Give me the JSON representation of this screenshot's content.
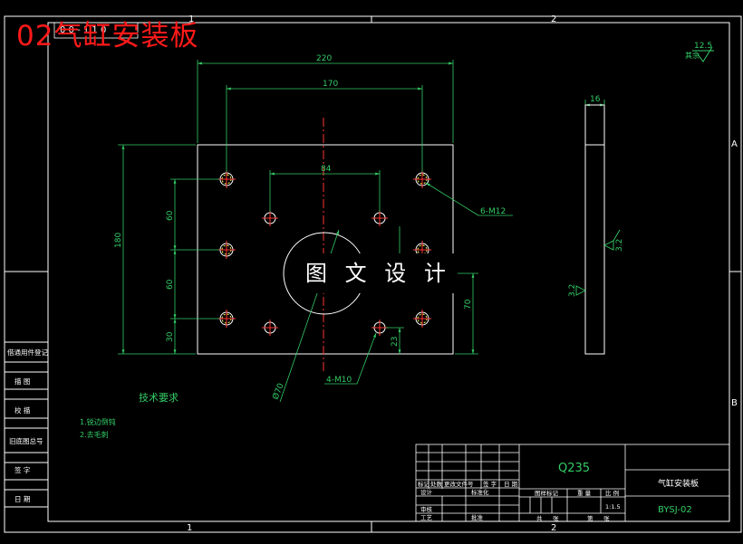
{
  "title": "02气缸安装板",
  "watermark": "图 文 设 计",
  "dimensions": {
    "width_220": "220",
    "width_170": "170",
    "hole_84": "84",
    "height_180": "180",
    "pitch_60_top": "60",
    "pitch_60_bottom": "60",
    "bottom_30": "30",
    "right_70": "70",
    "right_23": "23",
    "thickness_16": "16",
    "bore_phi70": "Ø70",
    "callout_m12": "6-M12",
    "callout_m10": "4-M10",
    "roughness_top": "12.5",
    "roughness_top_note": "其余",
    "roughness_right": "3.2",
    "roughness_left": "3.2",
    "top_left_tag": "0 0 - 1 1 0"
  },
  "notes": {
    "heading": "技术要求",
    "line1": "1.锐边倒钝",
    "line2": "2.去毛刺"
  },
  "grid_labels": {
    "top_1": "1",
    "top_2": "2",
    "bottom_1": "1",
    "bottom_2": "2",
    "side_a": "A",
    "side_b": "B"
  },
  "left_strip": [
    "借通用件登记",
    "描 图",
    "校 描",
    "旧底图总号",
    "签 字",
    "日 期"
  ],
  "title_block": {
    "material": "Q235",
    "part_name": "气缸安装板",
    "drawing_no": "BYSJ-02",
    "scale": "1:1.5",
    "headers": [
      "标记",
      "处数",
      "更改文件号",
      "签 字",
      "日 期"
    ],
    "row_design": "设计",
    "row_standard": "标准化",
    "row_review": "审核",
    "row_process": "工艺",
    "row_approve": "批准",
    "stage_mark": "图样标记",
    "weight": "重 量",
    "scale_label": "比 例",
    "sheets_total": "共",
    "sheet_no": "第",
    "sheet_unit_1": "张",
    "sheet_unit_2": "张"
  },
  "colors": {
    "frame": "#ffffff",
    "geometry": "#ffffff",
    "dimension": "#33cc66",
    "centerline": "#ff3333",
    "hole": "#ffff55",
    "note": "#33cc66",
    "title": "#ff1a1a"
  }
}
